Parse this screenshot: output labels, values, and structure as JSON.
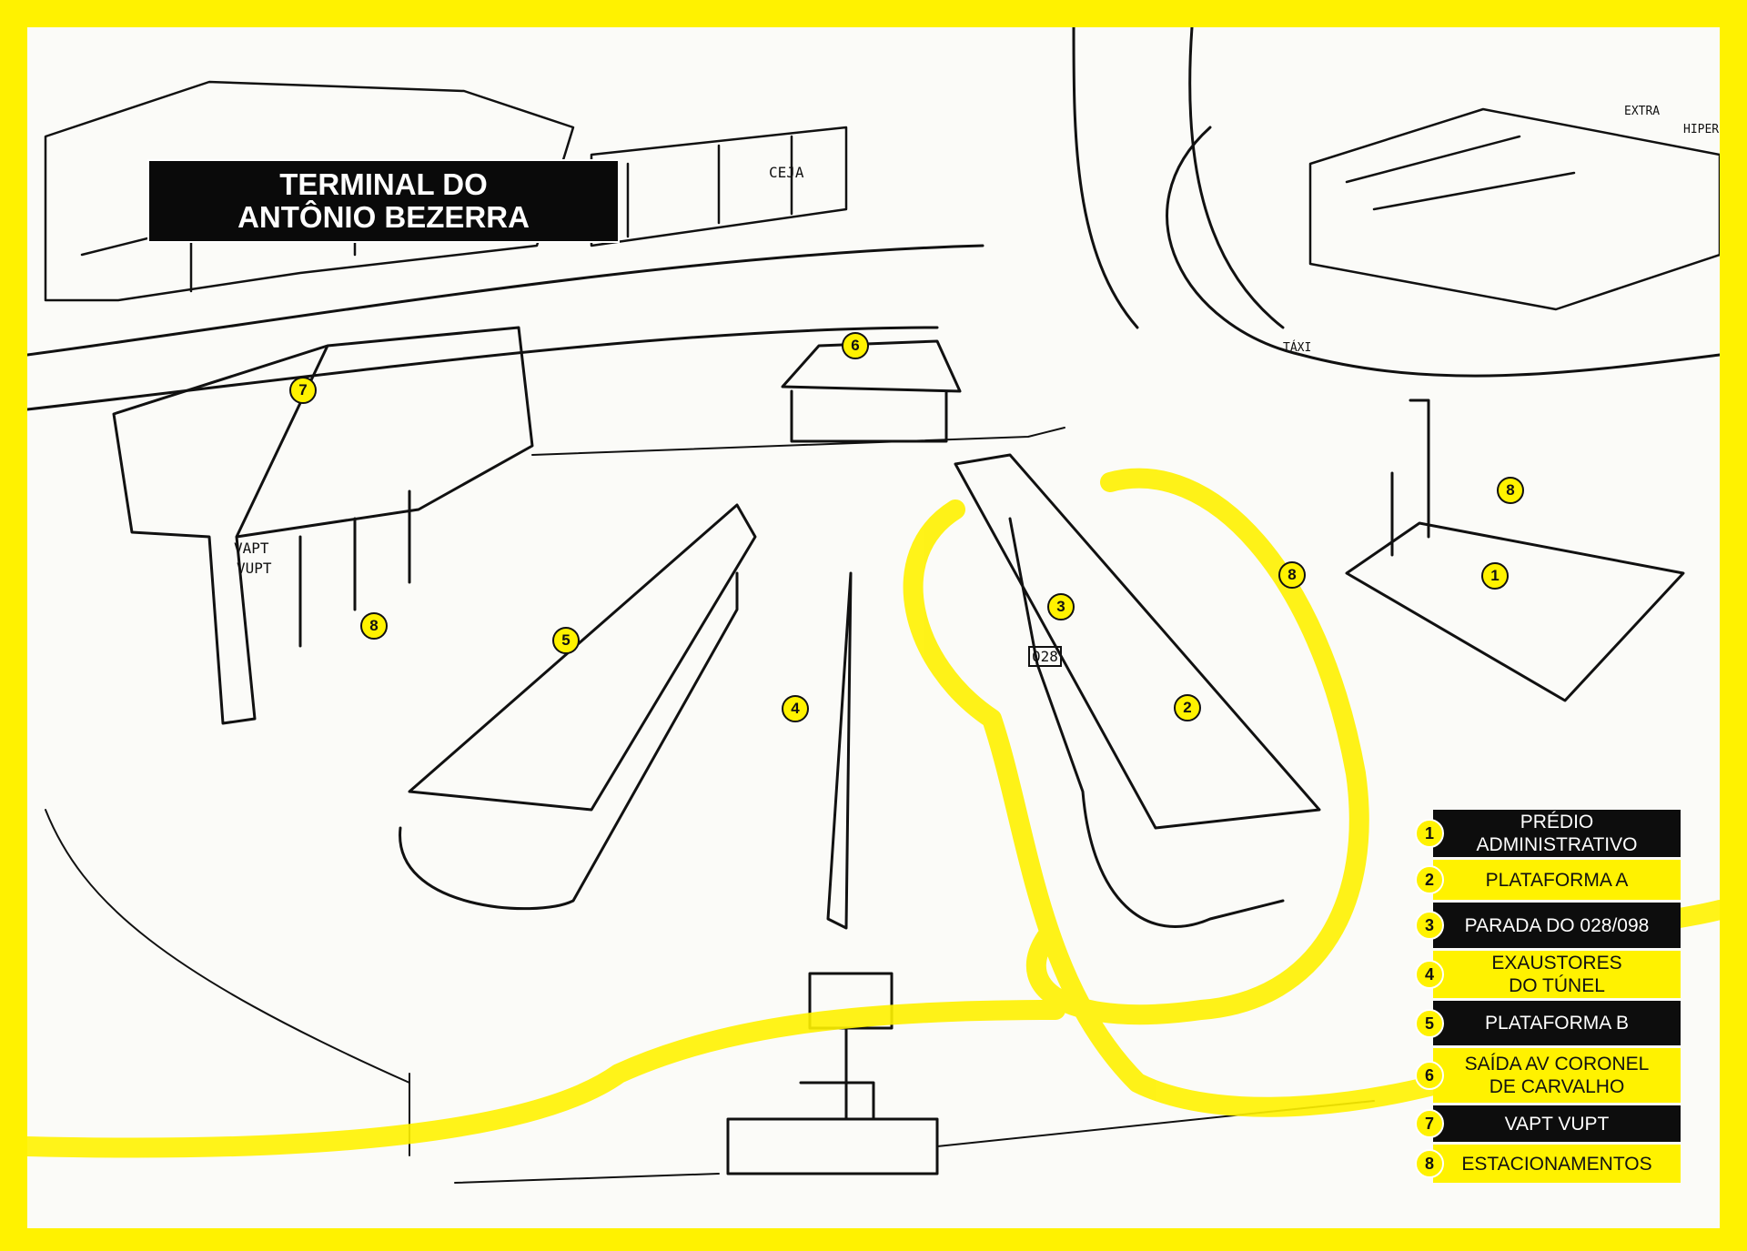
{
  "title": {
    "line1": "TERMINAL DO",
    "line2": "ANTÔNIO BEZERRA"
  },
  "colors": {
    "highlight": "#fff200",
    "ink": "#111111",
    "paper": "#fbfbf8"
  },
  "markers": [
    "7",
    "6",
    "8",
    "1",
    "8",
    "3",
    "2",
    "5",
    "8",
    "4"
  ],
  "sketch_labels": {
    "vapt": "VAPT",
    "vupt": "VUPT",
    "ceja": "CEJA",
    "bus": "028",
    "taxi": "TÁXI",
    "extra": "EXTRA",
    "hiper": "HIPER"
  },
  "legend": [
    {
      "num": "1",
      "label": "PRÉDIO ADMINISTRATIVO"
    },
    {
      "num": "2",
      "label": "PLATAFORMA A"
    },
    {
      "num": "3",
      "label": "PARADA DO 028/098"
    },
    {
      "num": "4",
      "label": "EXAUSTORES DO TÚNEL"
    },
    {
      "num": "5",
      "label": "PLATAFORMA B"
    },
    {
      "num": "6",
      "label": "SAÍDA AV CORONEL DE CARVALHO"
    },
    {
      "num": "7",
      "label": "VAPT VUPT"
    },
    {
      "num": "8",
      "label": "ESTACIONAMENTOS"
    }
  ]
}
